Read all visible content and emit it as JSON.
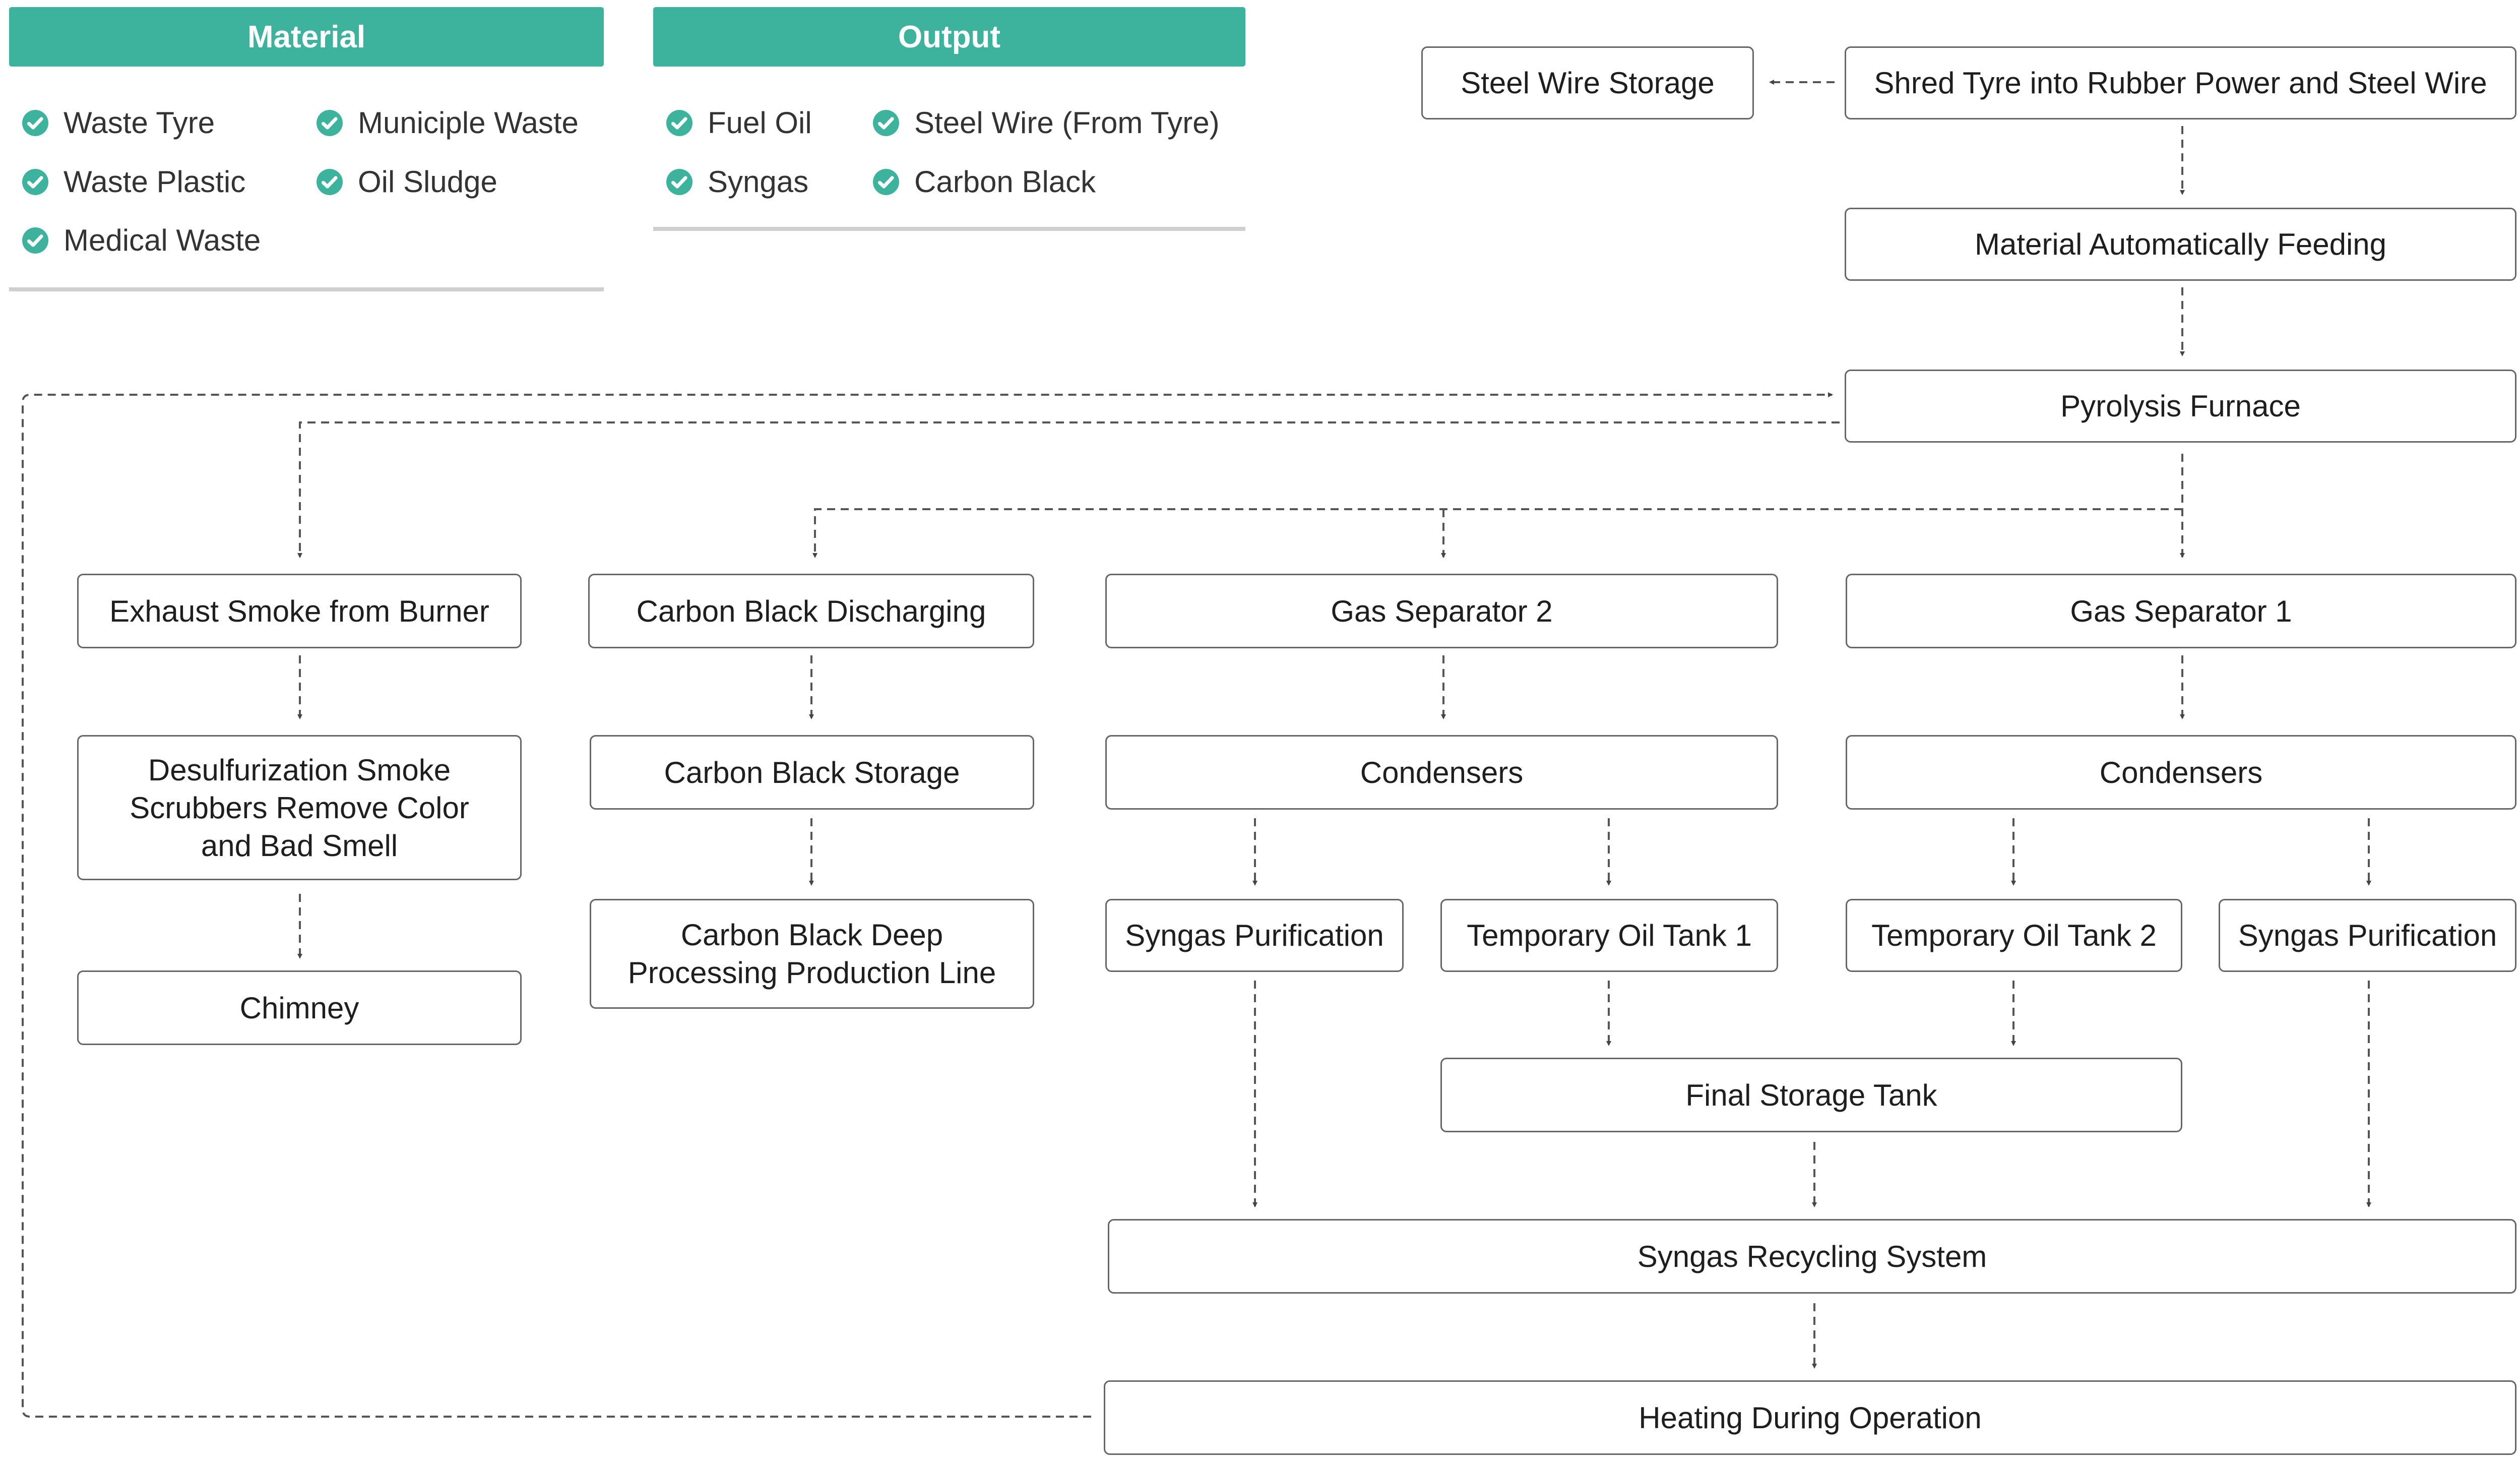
{
  "material": {
    "title": "Material",
    "items": [
      "Waste Tyre",
      "Municiple Waste",
      "Waste Plastic",
      "Oil Sludge",
      "Medical Waste"
    ]
  },
  "output": {
    "title": "Output",
    "items": [
      "Fuel Oil",
      "Steel Wire (From Tyre)",
      "Syngas",
      "Carbon Black"
    ]
  },
  "accent_color": "#3db39e",
  "icons": {
    "check": "check-circle-icon"
  },
  "nodes": {
    "steel_wire_storage": "Steel Wire Storage",
    "shred_tyre": "Shred Tyre into Rubber Power and Steel Wire",
    "material_feeding": "Material Automatically Feeding",
    "pyrolysis_furnace": "Pyrolysis Furnace",
    "exhaust_smoke": "Exhaust Smoke from Burner",
    "desulfurization": "Desulfurization Smoke\nScrubbers Remove Color\nand Bad Smell",
    "chimney": "Chimney",
    "carbon_black_discharging": "Carbon Black Discharging",
    "carbon_black_storage": "Carbon Black Storage",
    "carbon_black_deep": "Carbon Black Deep\nProcessing Production Line",
    "gas_separator_2": "Gas Separator 2",
    "condensers_2": "Condensers",
    "syngas_purification_left": "Syngas Purification",
    "temp_oil_tank_1": "Temporary Oil Tank 1",
    "gas_separator_1": "Gas Separator 1",
    "condensers_1": "Condensers",
    "temp_oil_tank_2": "Temporary Oil Tank 2",
    "syngas_purification_right": "Syngas Purification",
    "final_storage_tank": "Final Storage Tank",
    "syngas_recycling": "Syngas Recycling System",
    "heating_operation": "Heating During Operation"
  },
  "edges": [
    [
      "shred_tyre",
      "steel_wire_storage"
    ],
    [
      "shred_tyre",
      "material_feeding"
    ],
    [
      "material_feeding",
      "pyrolysis_furnace"
    ],
    [
      "pyrolysis_furnace",
      "exhaust_smoke"
    ],
    [
      "pyrolysis_furnace",
      "carbon_black_discharging"
    ],
    [
      "pyrolysis_furnace",
      "gas_separator_2"
    ],
    [
      "pyrolysis_furnace",
      "gas_separator_1"
    ],
    [
      "exhaust_smoke",
      "desulfurization"
    ],
    [
      "desulfurization",
      "chimney"
    ],
    [
      "carbon_black_discharging",
      "carbon_black_storage"
    ],
    [
      "carbon_black_storage",
      "carbon_black_deep"
    ],
    [
      "gas_separator_2",
      "condensers_2"
    ],
    [
      "condensers_2",
      "syngas_purification_left"
    ],
    [
      "condensers_2",
      "temp_oil_tank_1"
    ],
    [
      "gas_separator_1",
      "condensers_1"
    ],
    [
      "condensers_1",
      "temp_oil_tank_2"
    ],
    [
      "condensers_1",
      "syngas_purification_right"
    ],
    [
      "temp_oil_tank_1",
      "final_storage_tank"
    ],
    [
      "temp_oil_tank_2",
      "final_storage_tank"
    ],
    [
      "syngas_purification_left",
      "syngas_recycling"
    ],
    [
      "final_storage_tank",
      "syngas_recycling"
    ],
    [
      "syngas_purification_right",
      "syngas_recycling"
    ],
    [
      "syngas_recycling",
      "heating_operation"
    ],
    [
      "heating_operation",
      "pyrolysis_furnace"
    ]
  ]
}
